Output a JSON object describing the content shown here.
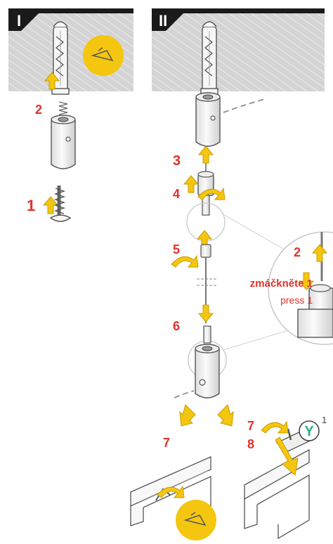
{
  "panels": {
    "left_label": "I",
    "right_label": "II"
  },
  "steps_left": {
    "s1": "1",
    "s2": "2"
  },
  "steps_right": {
    "s3": "3",
    "s4": "4",
    "s5": "5",
    "s6": "6",
    "s7a": "7",
    "s7b": "7",
    "s8": "8"
  },
  "zoom": {
    "step": "2",
    "press_cz": "zmáčkněte 1",
    "press_en": "press 1"
  },
  "badge": {
    "letter": "Y",
    "superscript": "1"
  },
  "colors": {
    "accent_yellow": "#f4c60f",
    "number_red": "#e0322b",
    "wall": "#cfcfcf",
    "badge_green": "#2cae8e"
  }
}
